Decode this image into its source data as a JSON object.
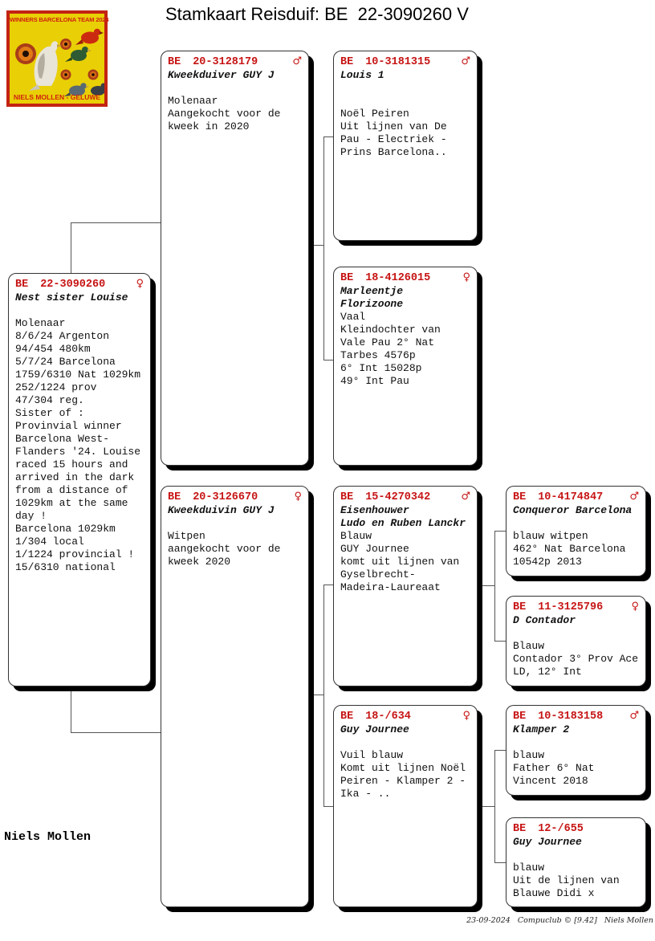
{
  "title": "Stamkaart Reisduif: BE  22-3090260 V",
  "logo": {
    "top_text": "WINNERS BARCELONA TEAM 2024",
    "bottom_text": "NIELS MOLLEN - GELUWE",
    "background_color": "#e9cf05",
    "border_color": "#c32413"
  },
  "breeder_name": "Niels Mollen",
  "footer_text": "23-09-2024   Compuclub © [9.42]   Niels Mollen",
  "colors": {
    "ring_red": "#c71414",
    "body_text": "#111111",
    "connector": "#555555",
    "shadow": "#000000"
  },
  "boxes": [
    {
      "role": "subject",
      "country": "BE",
      "ring": "22-3090260",
      "sex": "female",
      "sex_symbol": "♀",
      "name": "Nest sister Louise",
      "body": "\nMolenaar\n8/6/24 Argenton\n94/454 480km\n5/7/24 Barcelona\n1759/6310 Nat 1029km\n252/1224 prov\n47/304 reg.\nSister of :\nProvinvial winner\nBarcelona West-\nFlanders '24. Louise\nraced 15 hours and\narrived in the dark\nfrom a distance of\n1029km at the same\nday !\nBarcelona 1029km\n1/304 local\n1/1224 provincial !\n15/6310 national"
    },
    {
      "role": "father",
      "country": "BE",
      "ring": "20-3128179",
      "sex": "male",
      "sex_symbol": "♂",
      "name": "Kweekduiver GUY J",
      "body": "\nMolenaar\nAangekocht voor de\nkweek in 2020"
    },
    {
      "role": "mother",
      "country": "BE",
      "ring": "20-3126670",
      "sex": "female",
      "sex_symbol": "♀",
      "name": "Kweekduivin GUY J",
      "body": "\nWitpen\naangekocht voor de\nkweek 2020"
    },
    {
      "role": "paternal-grandfather",
      "country": "BE",
      "ring": "10-3181315",
      "sex": "male",
      "sex_symbol": "♂",
      "name": "Louis 1",
      "body": "\n\nNoël Peiren\nUit lijnen van De\nPau - Electriek -\nPrins Barcelona.."
    },
    {
      "role": "paternal-grandmother",
      "country": "BE",
      "ring": "18-4126015",
      "sex": "female",
      "sex_symbol": "♀",
      "name": "Marleentje\nFlorizoone",
      "body": "Vaal\nKleindochter van\nVale Pau 2° Nat\nTarbes 4576p\n6° Int 15028p\n49° Int Pau"
    },
    {
      "role": "maternal-grandfather",
      "country": "BE",
      "ring": "15-4270342",
      "sex": "male",
      "sex_symbol": "♂",
      "name": "Eisenhouwer\nLudo en Ruben Lanckr",
      "body": "Blauw\nGUY Journee\nkomt uit lijnen van\nGyselbrecht-\nMadeira-Laureaat"
    },
    {
      "role": "maternal-grandmother",
      "country": "BE",
      "ring": "18-/634",
      "sex": "female",
      "sex_symbol": "♀",
      "name": "Guy Journee",
      "body": "\nVuil blauw\nKomt uit lijnen Noël\nPeiren - Klamper 2 -\nIka - .."
    },
    {
      "role": "great-grandfather-1",
      "country": "BE",
      "ring": "10-4174847",
      "sex": "male",
      "sex_symbol": "♂",
      "name": "Conqueror Barcelona",
      "body": "\nblauw witpen\n462° Nat Barcelona\n10542p 2013"
    },
    {
      "role": "great-grandmother-1",
      "country": "BE",
      "ring": "11-3125796",
      "sex": "female",
      "sex_symbol": "♀",
      "name": "D Contador",
      "body": "\nBlauw\nContador 3° Prov Ace\nLD, 12° Int"
    },
    {
      "role": "great-grandfather-2",
      "country": "BE",
      "ring": "10-3183158",
      "sex": "male",
      "sex_symbol": "♂",
      "name": "Klamper 2",
      "body": "\nblauw\nFather 6° Nat\nVincent 2018"
    },
    {
      "role": "great-grandmother-2",
      "country": "BE",
      "ring": "12-/655",
      "sex": "",
      "sex_symbol": "",
      "name": "Guy Journee",
      "body": "\nblauw\nUit de lijnen van\nBlauwe Didi x"
    }
  ]
}
